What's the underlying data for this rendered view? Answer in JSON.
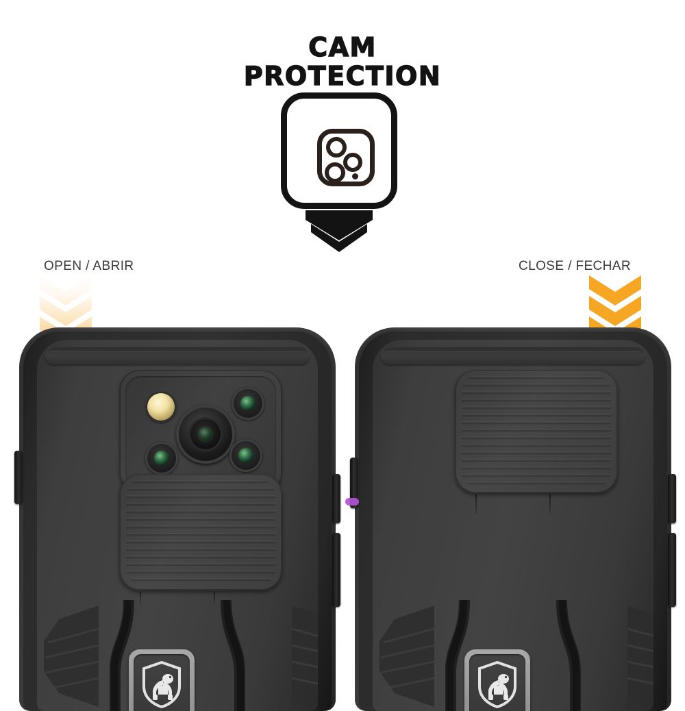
{
  "page": {
    "background_color": "#ffffff",
    "accent_orange": "#f5a623",
    "case_color": "#3a3a3a",
    "text_color": "#3b3b3b",
    "title_color": "#131313"
  },
  "header": {
    "title_line1": "CAM",
    "title_line2": "PROTECTION"
  },
  "badge": {
    "icon_name": "camera-module-icon",
    "lens_count": 3,
    "has_flash_dot": true,
    "arrow_icon": "chevron-down-icon"
  },
  "panels": [
    {
      "id": "open",
      "label": "OPEN / ABRIR",
      "arrow_icon": "chevron-down-stack-icon",
      "arrow_direction": "down",
      "arrow_gradient": "fade-from-top",
      "slider_position": "down",
      "camera_visible": true
    },
    {
      "id": "close",
      "label": "CLOSE / FECHAR",
      "arrow_icon": "chevron-down-stack-icon",
      "arrow_direction": "down",
      "arrow_gradient": "fade-to-bottom",
      "slider_position": "up",
      "camera_visible": false
    }
  ],
  "case": {
    "brand_badge_icon": "gorilla-shield-logo",
    "slider_texture": "horizontal-ridges",
    "lenses": [
      "flash",
      "main-lens",
      "lens-2",
      "lens-3",
      "lens-4"
    ]
  }
}
